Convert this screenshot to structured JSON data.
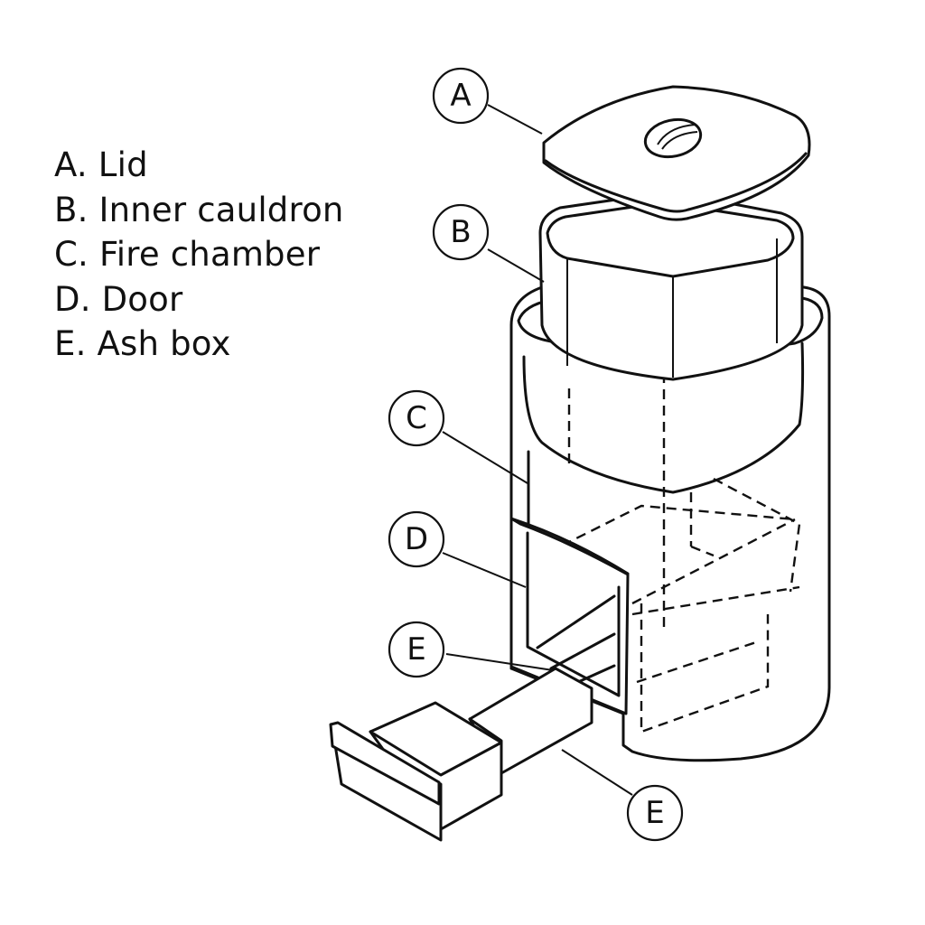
{
  "title": "Wood-fired stove with inner cauldron — exploded view",
  "legend": [
    {
      "key": "A",
      "label": "A. Lid"
    },
    {
      "key": "B",
      "label": "B. Inner cauldron"
    },
    {
      "key": "C",
      "label": "C. Fire chamber"
    },
    {
      "key": "D",
      "label": "D. Door"
    },
    {
      "key": "E",
      "label": "E. Ash box"
    }
  ],
  "callouts": [
    {
      "id": "A",
      "letter": "A",
      "part": "Lid"
    },
    {
      "id": "B",
      "letter": "B",
      "part": "Inner cauldron"
    },
    {
      "id": "C",
      "letter": "C",
      "part": "Fire chamber"
    },
    {
      "id": "D",
      "letter": "D",
      "part": "Door"
    },
    {
      "id": "E1",
      "letter": "E",
      "part": "Ash box (slot)"
    },
    {
      "id": "E2",
      "letter": "E",
      "part": "Ash box (drawer)"
    }
  ]
}
